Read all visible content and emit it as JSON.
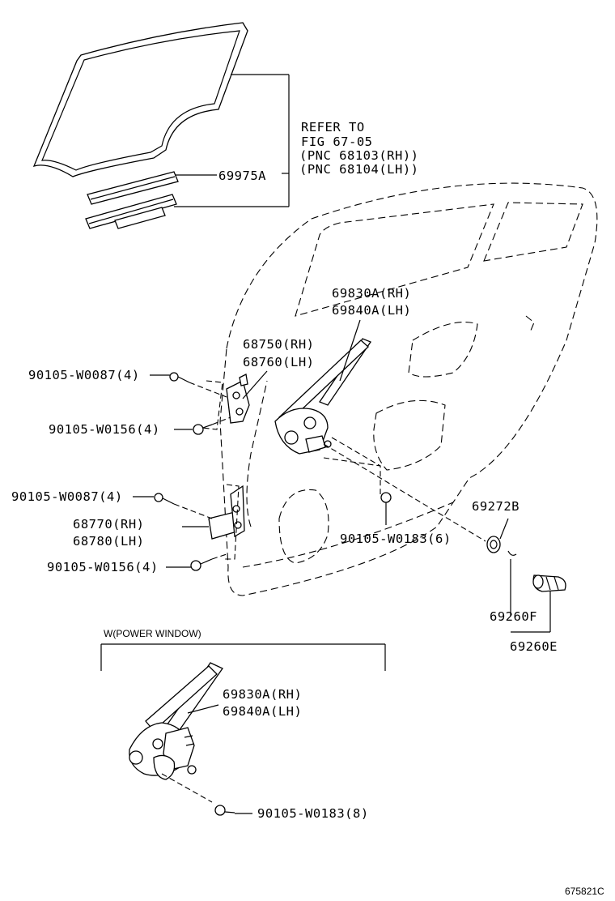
{
  "labels": {
    "refer_to": "REFER TO",
    "fig": "FIG 67-05",
    "pnc_rh": "(PNC 68103(RH))",
    "pnc_lh": "(PNC 68104(LH))",
    "glass_run": "69975A",
    "regulator_rh": "69830A(RH)",
    "regulator_lh": "69840A(LH)",
    "upper_hinge_rh": "68750(RH)",
    "upper_hinge_lh": "68760(LH)",
    "bolt_a1": "90105-W0087(4)",
    "bolt_b1": "90105-W0156(4)",
    "bolt_a2": "90105-W0087(4)",
    "lower_hinge_rh": "68770(RH)",
    "lower_hinge_lh": "68780(LH)",
    "bolt_b2": "90105-W0156(4)",
    "bolt_c": "90105-W0183(6)",
    "cover": "69272B",
    "clip": "69260F",
    "handle": "69260E",
    "power_window_title": "W(POWER  WINDOW)",
    "pw_regulator_rh": "69830A(RH)",
    "pw_regulator_lh": "69840A(LH)",
    "pw_bolt": "90105-W0183(8)",
    "figure_id": "675821C"
  }
}
